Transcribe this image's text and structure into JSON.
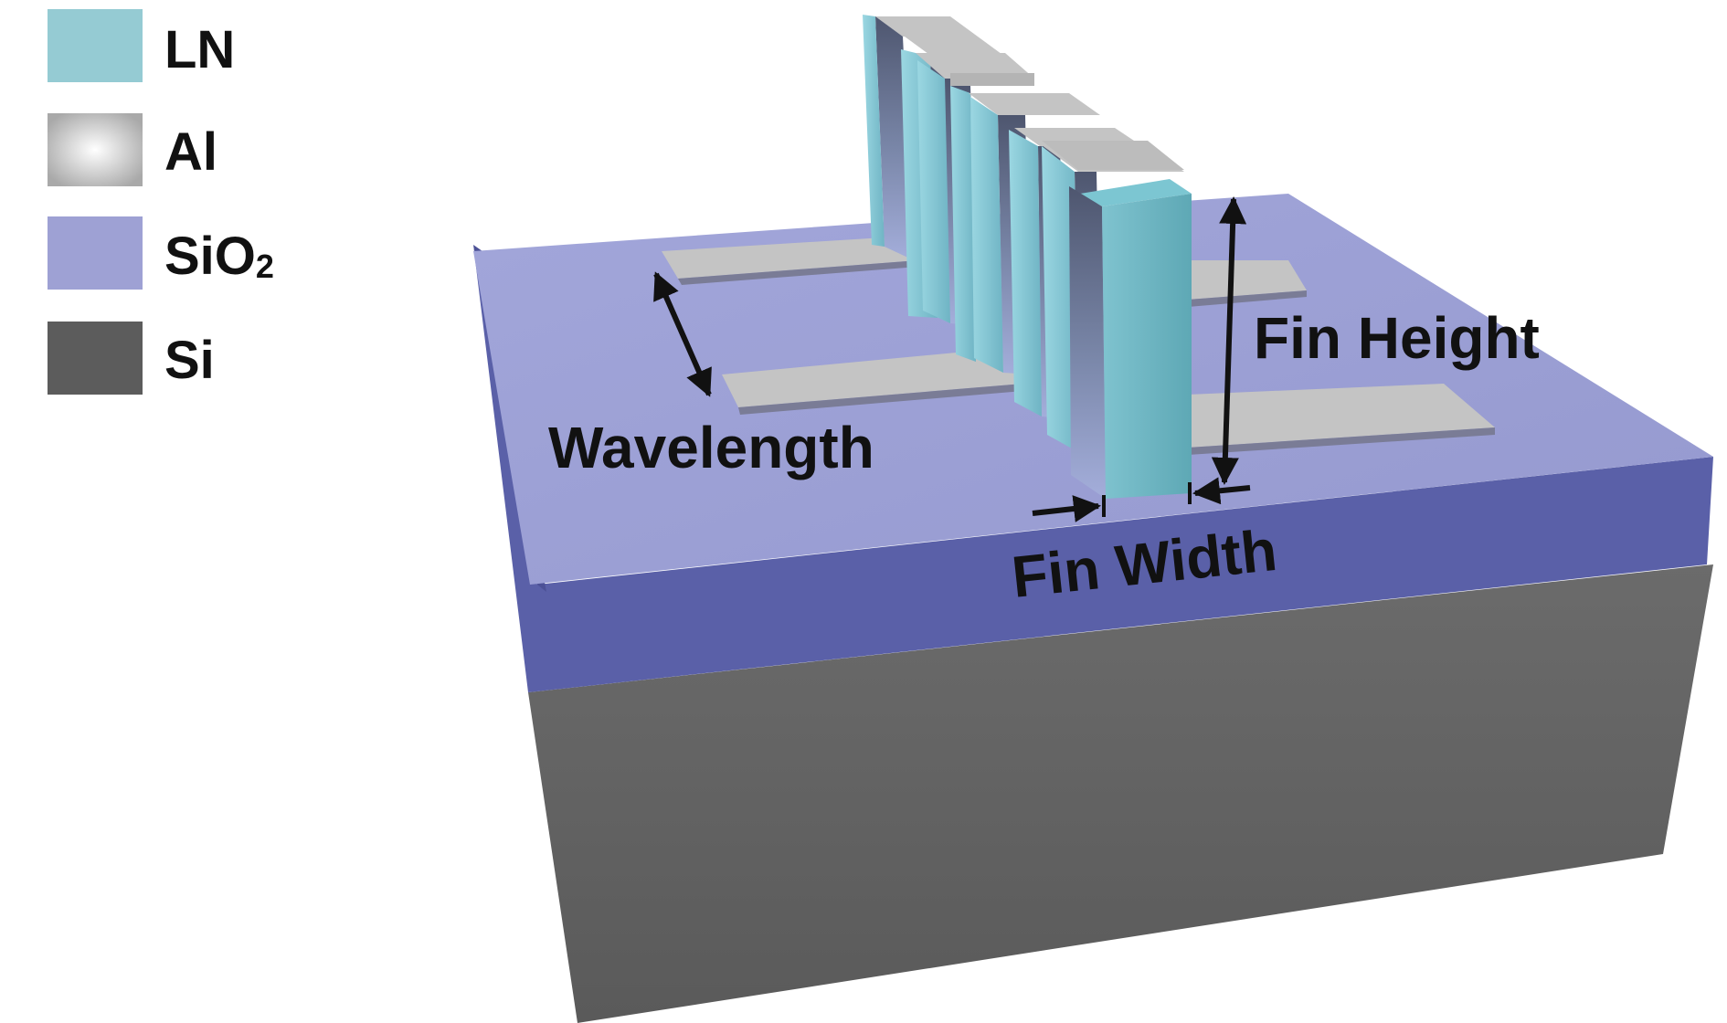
{
  "legend": [
    {
      "label": "LN",
      "color": "#95cbd3"
    },
    {
      "label": "Al",
      "color": "#c6c6c6"
    },
    {
      "label": "SiO",
      "sub": "2",
      "color": "#9ea1d4"
    },
    {
      "label": "Si",
      "color": "#5c5c5c"
    }
  ],
  "annotations": {
    "wavelength": "Wavelength",
    "fin_height": "Fin Height",
    "fin_width": "Fin Width"
  },
  "colors": {
    "ln_front": "#8ccfda",
    "ln_side": "#5f8fae",
    "al_top": "#c4c4c4",
    "al_side": "#6e6e7a",
    "sio2_top": "#9ea1d4",
    "sio2_front": "#5a60a8",
    "si_front": "#646464",
    "si_side": "#4a4a4a",
    "arrow": "#111111"
  }
}
